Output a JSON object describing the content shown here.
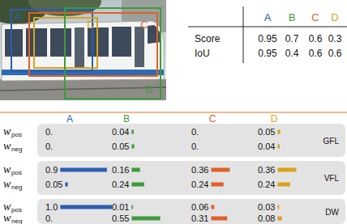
{
  "diagram": {
    "nodes": [
      {
        "text": [
          "GFL"
        ]
      },
      {
        "text": [
          "VFL"
        ]
      },
      {
        "text": [
          "DW"
        ]
      }
    ],
    "labels": [
      "A",
      "D",
      "C",
      "B",
      "A",
      "B",
      "C",
      "D",
      "Score",
      "0.95",
      "0.7",
      "0.6",
      "0.3",
      "IoU",
      "0.95",
      "0.4",
      "0.6",
      "0.6",
      "A",
      "B",
      "C",
      "D",
      "w",
      "pos",
      "0.",
      "0.04",
      "0.",
      "0.05",
      "w",
      "neg",
      "0.",
      "0.05",
      "0.",
      "0.04",
      "w",
      "pos",
      "0.9",
      "0.16",
      "0.36",
      "0.36",
      "w",
      "neg",
      "0.05",
      "0.24",
      "0.24",
      "0.24",
      "w",
      "pos",
      "1.0",
      "0.01",
      "0.06",
      "0.03",
      "w",
      "neg",
      "0.",
      "0.55",
      "0.31",
      "0.08"
    ]
  }
}
